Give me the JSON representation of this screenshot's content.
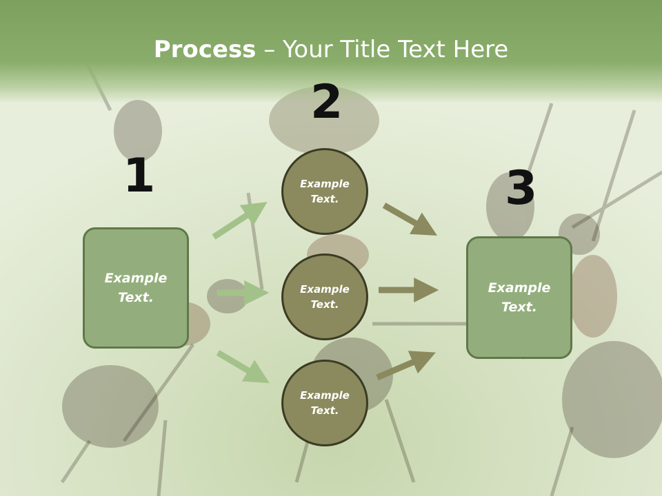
{
  "title": {
    "strong": "Process",
    "rest": " – Your Title Text Here"
  },
  "steps": {
    "one": "1",
    "two": "2",
    "three": "3"
  },
  "left_box": {
    "text": "Example Text."
  },
  "circles": [
    {
      "text": "Example Text."
    },
    {
      "text": "Example Text."
    },
    {
      "text": "Example Text."
    }
  ],
  "right_box": {
    "text": "Example Text."
  },
  "colors": {
    "header": "#8aad6b",
    "box_fill": "#93ae7c",
    "circle_fill": "#8a8a5e",
    "arrow_left": "#a3c28a",
    "arrow_right": "#8a8a5e"
  }
}
